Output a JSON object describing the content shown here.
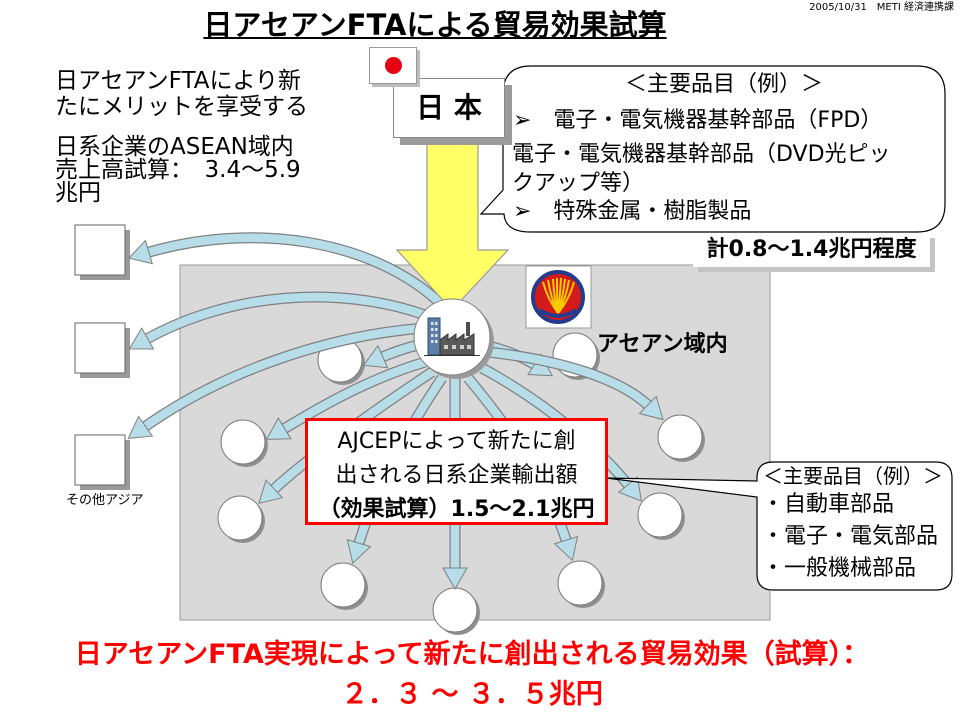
{
  "header": {
    "date_dept": "2005/10/31　METI 経済連携課",
    "title": "日アセアンFTAによる貿易効果試算"
  },
  "japan": {
    "label": "日 本",
    "icon": "japan-flag-icon"
  },
  "left_note": {
    "merit_lines": [
      "日アセアンFTAにより新",
      "たにメリットを享受する"
    ],
    "sales_lines": [
      "日系企業のASEAN域内",
      "売上高試算：　3.4～5.9",
      "兆円"
    ]
  },
  "japan_exports": {
    "heading": "＜主要品目（例）＞",
    "lines": [
      "➢　電子・電気機器基幹部品（FPD）",
      "電子・電気機器基幹部品（DVD光ピッ",
      "クアップ等）",
      "➢　特殊金属・樹脂製品"
    ],
    "total": "計0.8～1.4兆円程度"
  },
  "asean": {
    "label": "アセアン域内",
    "logo_icon": "asean-logo-icon",
    "factory_icon": "factory-icon"
  },
  "other_asia": {
    "label": "その他アジア"
  },
  "ajcep_box": {
    "lines": [
      "AJCEPによって新たに創",
      "出される日系企業輸出額",
      "（効果試算）1.5～2.1兆円"
    ]
  },
  "asean_exports": {
    "heading": "＜主要品目（例）＞",
    "items": [
      "・自動車部品",
      "・電子・電気部品",
      "・一般機械部品"
    ]
  },
  "conclusion": {
    "lines": [
      "日アセアンFTA実現によって新たに創出される貿易効果（試算）：",
      "２．３ ～ ３．５兆円"
    ]
  },
  "colors": {
    "accent_red": "#ff0000",
    "region_fill": "#d9d9d9",
    "arrow_fill": "#b7dee8",
    "japan_arrow_fill": "#ffff66",
    "flag_red": "#e60012"
  }
}
